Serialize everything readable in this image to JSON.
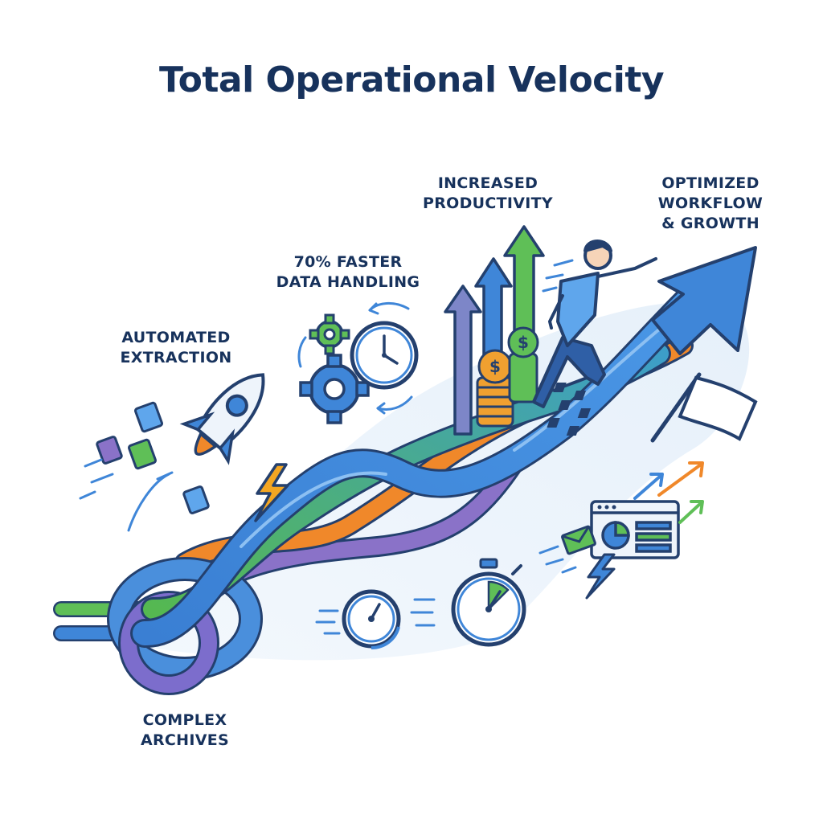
{
  "title": "Total Operational Velocity",
  "labels": {
    "automated_extraction": [
      "AUTOMATED",
      "EXTRACTION"
    ],
    "faster_data": [
      "70% FASTER",
      "DATA HANDLING"
    ],
    "increased_productivity": [
      "INCREASED",
      "PRODUCTIVITY"
    ],
    "optimized_workflow": [
      "OPTIMIZED",
      "WORKFLOW",
      "& GROWTH"
    ],
    "complex_archives": [
      "COMPLEX",
      "ARCHIVES"
    ]
  },
  "colors": {
    "title": "#17325c",
    "blue": "#3f86d8",
    "green": "#5fbf57",
    "orange": "#f0882a",
    "purple": "#8a72c8",
    "outline": "#24406e",
    "coin": "#f0a030",
    "background_wash": "#eaf2fb"
  },
  "icons": [
    "rocket-icon",
    "document-icon",
    "gear-icon",
    "stopwatch-icon",
    "lightning-icon",
    "dollar-coin-icon",
    "person-running-icon",
    "checkered-flag-icon",
    "speedometer-icon",
    "dashboard-window-icon",
    "envelope-icon",
    "up-arrow-icon",
    "growth-arrow-icon"
  ]
}
